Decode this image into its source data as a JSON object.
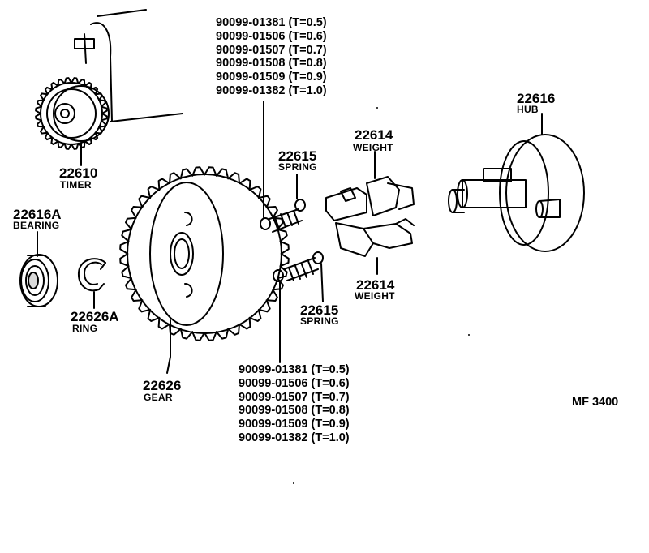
{
  "diagram_code": "MF 3400",
  "parts": {
    "timer": {
      "number": "22610",
      "name": "TIMER"
    },
    "bearing": {
      "number": "22616A",
      "name": "BEARING"
    },
    "ring": {
      "number": "22626A",
      "name": "RING"
    },
    "gear": {
      "number": "22626",
      "name": "GEAR"
    },
    "spring_upper": {
      "number": "22615",
      "name": "SPRING"
    },
    "spring_lower": {
      "number": "22615",
      "name": "SPRING"
    },
    "weight_upper": {
      "number": "22614",
      "name": "WEIGHT"
    },
    "weight_lower": {
      "number": "22614",
      "name": "WEIGHT"
    },
    "hub": {
      "number": "22616",
      "name": "HUB"
    }
  },
  "shim_list_upper": [
    "90099-01381 (T=0.5)",
    "90099-01506 (T=0.6)",
    "90099-01507 (T=0.7)",
    "90099-01508 (T=0.8)",
    "90099-01509 (T=0.9)",
    "90099-01382 (T=1.0)"
  ],
  "shim_list_lower": [
    "90099-01381 (T=0.5)",
    "90099-01506 (T=0.6)",
    "90099-01507 (T=0.7)",
    "90099-01508 (T=0.8)",
    "90099-01509 (T=0.9)",
    "90099-01382 (T=1.0)"
  ]
}
